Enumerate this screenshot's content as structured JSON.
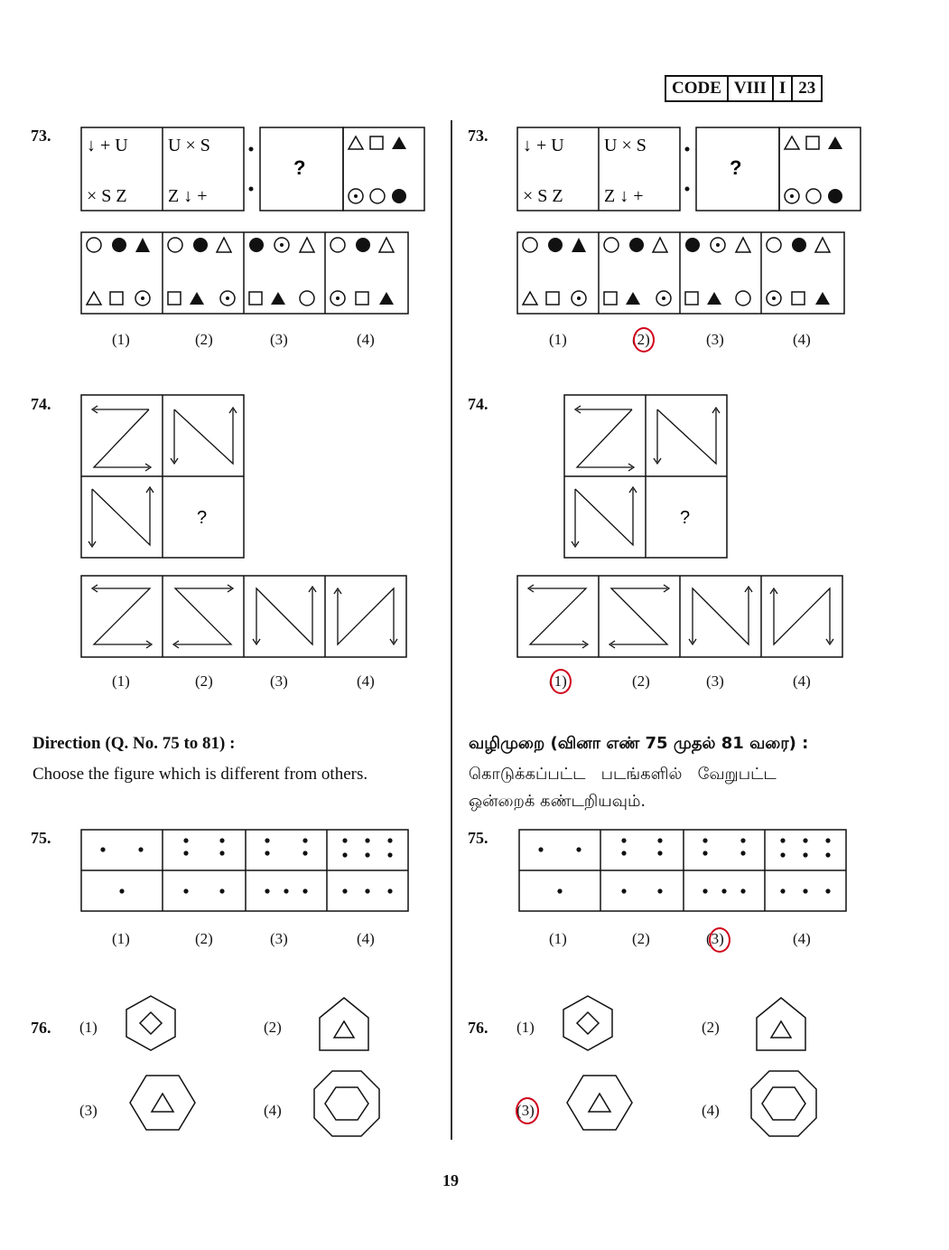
{
  "header": {
    "code_label": "CODE",
    "code_class": "VIII",
    "code_paper": "I",
    "code_number": "23"
  },
  "page_number": "19",
  "options": [
    "(1)",
    "(2)",
    "(3)",
    "(4)"
  ],
  "questions": {
    "q73": "73.",
    "q74": "74.",
    "q75": "75.",
    "q76": "76."
  },
  "q73_symbols": {
    "cell1_top": "↓ +  U",
    "cell1_bottom": "× S  Z",
    "cell2_top": "U  ×  S",
    "cell2_bottom": "Z ↓  +",
    "question_mark": "?"
  },
  "q74_symbols": {
    "question_mark": "?"
  },
  "direction": {
    "title": "Direction (Q. No. 75 to 81) :",
    "text": "Choose the figure which is different from others."
  },
  "direction_tamil": {
    "title": "வழிமுறை (வினா எண் 75 முதல் 81 வரை) :",
    "text_line1": "கொடுக்கப்பட்ட   படங்களில்   வேறுபட்ட",
    "text_line2": "ஒன்றைக் கண்டறியவும்."
  },
  "marked_answers": {
    "q73": "2",
    "q74": "1",
    "q75": "3",
    "q76": "3"
  },
  "colors": {
    "ink": "#111111",
    "answer_mark": "#d0021b"
  }
}
